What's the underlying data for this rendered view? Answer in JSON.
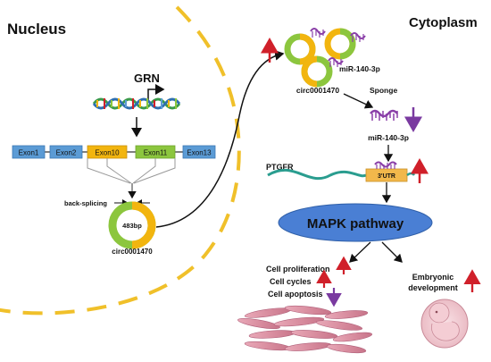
{
  "regions": {
    "nucleus_label": "Nucleus",
    "cytoplasm_label": "Cytoplasm"
  },
  "gene": {
    "name": "GRN"
  },
  "exons": [
    "Exon1",
    "Exon2",
    "Exon10",
    "Exon11",
    "Exon13"
  ],
  "back_splicing_label": "back-splicing",
  "circ_size_label": "483bp",
  "circrna_name": "circ0001470",
  "mirna": {
    "name_top": "miR-140-3p",
    "name_mid": "miR-140-3p"
  },
  "sponge_label": "Sponge",
  "target": {
    "gene": "PTGFR",
    "utr_label": "3'UTR"
  },
  "pathway_label": "MAPK pathway",
  "outcomes": {
    "proliferation": "Cell proliferation",
    "cycles": "Cell cycles",
    "apoptosis": "Cell apoptosis",
    "embryonic_1": "Embryonic",
    "embryonic_2": "development"
  },
  "colors": {
    "up_arrow": "#d0202a",
    "down_arrow": "#7a3aa0",
    "nucleus_border": "#f0c02a",
    "exon_blue": "#5b9bd5",
    "exon_orange": "#f2b50f",
    "exon_green": "#8cc63e",
    "pathway_ellipse": "#4a7fd4",
    "utr_box": "#f2b84b",
    "mirna_purple": "#8a3fa8",
    "ptgfr_line": "#2a9d8f",
    "cell_pink": "#d98ea0"
  }
}
